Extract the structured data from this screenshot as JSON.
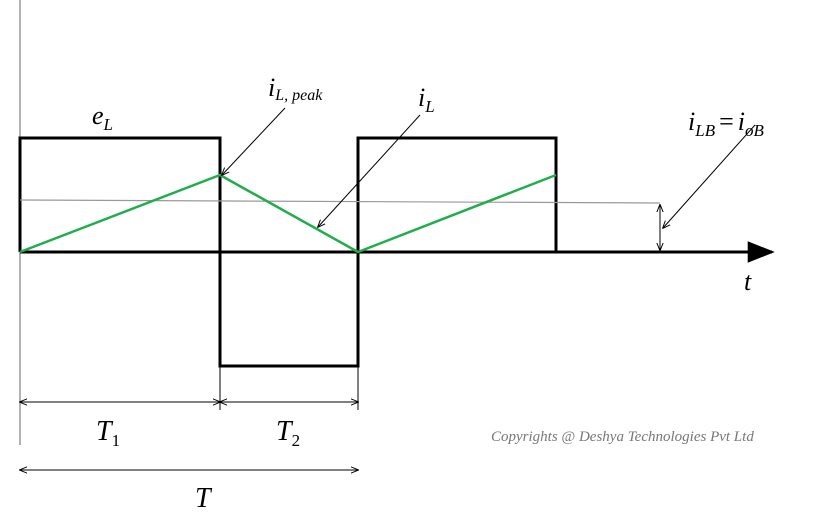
{
  "labels": {
    "e_L": {
      "main": "e",
      "sub": "L"
    },
    "i_L_peak": {
      "main": "i",
      "sub": "L, peak"
    },
    "i_L": {
      "main": "i",
      "sub": "L"
    },
    "i_LB": {
      "main": "i",
      "sub": "LB",
      "eq": "=",
      "main2": "i",
      "sub2": "oB"
    },
    "t": "t",
    "T1": {
      "main": "T",
      "sub": "1"
    },
    "T2": {
      "main": "T",
      "sub": "2"
    },
    "T": "T"
  },
  "copyright": "Copyrights @ Deshya Technologies Pvt Ltd",
  "colors": {
    "current": "#1fae4b",
    "voltage": "#000000",
    "average": "#999999"
  }
}
